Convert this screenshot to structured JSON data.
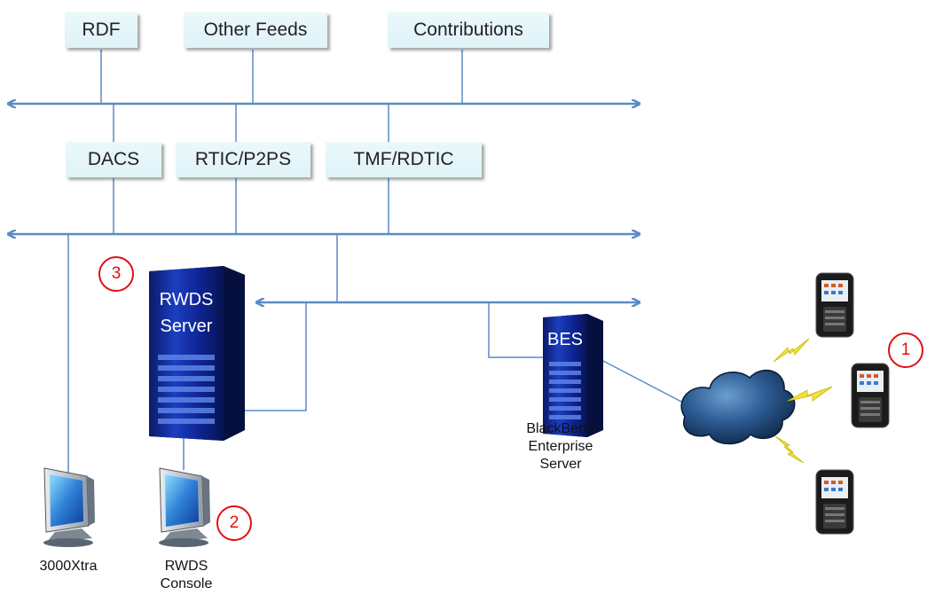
{
  "top_feeds": [
    "RDF",
    "Other Feeds",
    "Contributions"
  ],
  "middle_services": [
    "DACS",
    "RTIC/P2PS",
    "TMF/RDTIC"
  ],
  "rwds_server": {
    "line1": "RWDS",
    "line2": "Server"
  },
  "bes_server": {
    "tag": "BES",
    "caption": [
      "BlackBerry",
      "Enterprise",
      "Server"
    ]
  },
  "terminals": {
    "xtra": "3000Xtra",
    "console": [
      "RWDS",
      "Console"
    ]
  },
  "badges": [
    "1",
    "2",
    "3"
  ],
  "colors": {
    "line": "#5b8ac6",
    "box": "#dff3f8",
    "badge": "#e01010",
    "lightning": "#f2e23a"
  }
}
